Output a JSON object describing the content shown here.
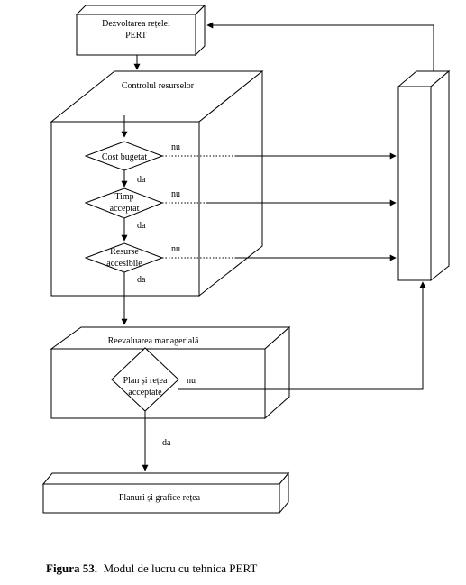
{
  "diagram": {
    "boxes": {
      "dezvoltarea_line1": "Dezvoltarea rețelei",
      "dezvoltarea_line2": "PERT",
      "controlul": "Controlul resurselor",
      "reevaluarea": "Reevaluarea managerială",
      "planuri": "Planuri și grafice rețea"
    },
    "decisions": {
      "cost": "Cost bugetat",
      "timp_line1": "Timp",
      "timp_line2": "acceptat",
      "resurse_line1": "Resurse",
      "resurse_line2": "accesibile",
      "plan_line1": "Plan și rețea",
      "plan_line2": "acceptate"
    },
    "branch_labels": {
      "no": "nu",
      "yes": "da"
    }
  },
  "caption": {
    "label": "Figura 53.",
    "text": "Modul de lucru cu tehnica PERT"
  }
}
